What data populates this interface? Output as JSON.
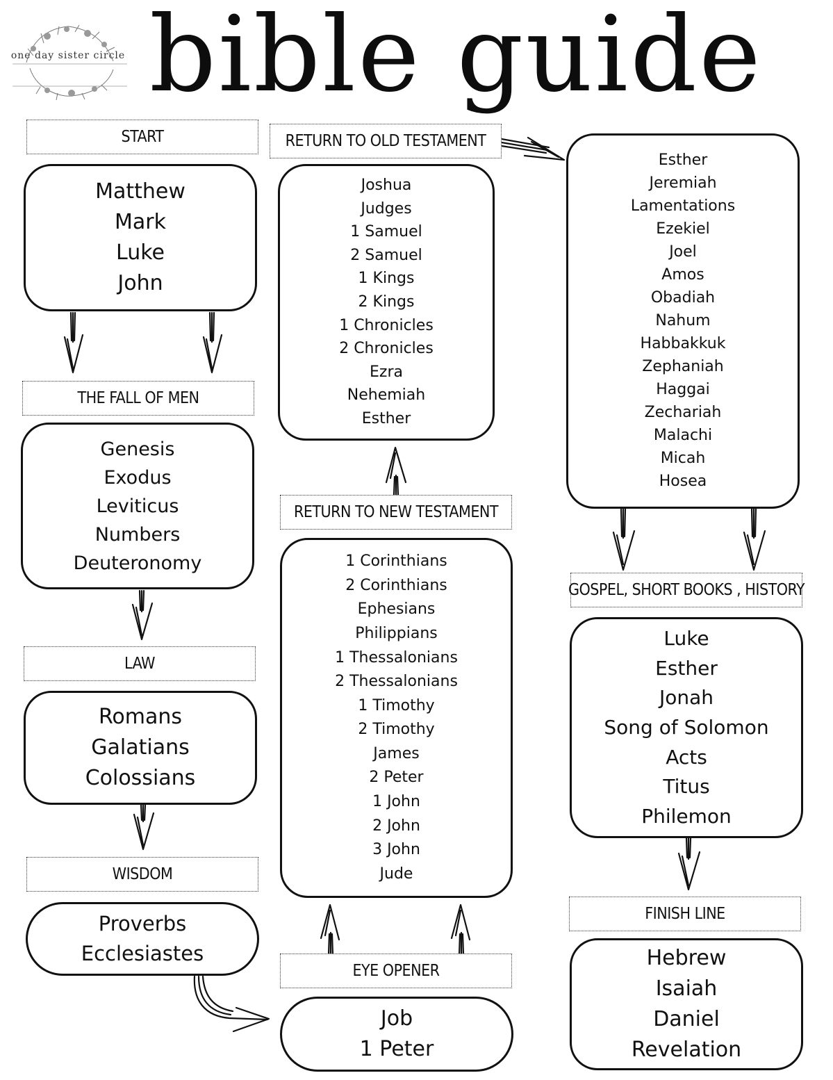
{
  "title": "bible guide",
  "logo": {
    "text": "one day sister circle",
    "icon": "floral-wreath-icon"
  },
  "colors": {
    "ink": "#111111",
    "background": "#ffffff"
  },
  "sections": [
    {
      "label": "START",
      "books": [
        "Matthew",
        "Mark",
        "Luke",
        "John"
      ]
    },
    {
      "label": "THE FALL OF MEN",
      "books": [
        "Genesis",
        "Exodus",
        "Leviticus",
        "Numbers",
        "Deuteronomy"
      ]
    },
    {
      "label": "LAW",
      "books": [
        "Romans",
        "Galatians",
        "Colossians"
      ]
    },
    {
      "label": "WISDOM",
      "books": [
        "Proverbs",
        "Ecclesiastes"
      ]
    },
    {
      "label": "EYE OPENER",
      "books": [
        "Job",
        "1 Peter"
      ]
    },
    {
      "label": "RETURN TO NEW TESTAMENT",
      "books": [
        "1 Corinthians",
        "2 Corinthians",
        "Ephesians",
        "Philippians",
        "1 Thessalonians",
        "2 Thessalonians",
        "1 Timothy",
        "2 Timothy",
        "James",
        "2 Peter",
        "1 John",
        "2 John",
        "3 John",
        "Jude"
      ]
    },
    {
      "label": "RETURN TO OLD TESTAMENT",
      "books": [
        "Joshua",
        "Judges",
        "1 Samuel",
        "2 Samuel",
        "1 Kings",
        "2 Kings",
        "1 Chronicles",
        "2 Chronicles",
        "Ezra",
        "Nehemiah",
        "Esther"
      ]
    },
    {
      "label": "",
      "books": [
        "Esther",
        "Jeremiah",
        "Lamentations",
        "Ezekiel",
        "Joel",
        "Amos",
        "Obadiah",
        "Nahum",
        "Habbakkuk",
        "Zephaniah",
        "Haggai",
        "Zechariah",
        "Malachi",
        "Micah",
        "Hosea"
      ]
    },
    {
      "label": "GOSPEL, SHORT BOOKS , HISTORY",
      "books": [
        "Luke",
        "Esther",
        "Jonah",
        "Song of Solomon",
        "Acts",
        "Titus",
        "Philemon"
      ]
    },
    {
      "label": "FINISH LINE",
      "books": [
        "Hebrew",
        "Isaiah",
        "Daniel",
        "Revelation"
      ]
    }
  ]
}
